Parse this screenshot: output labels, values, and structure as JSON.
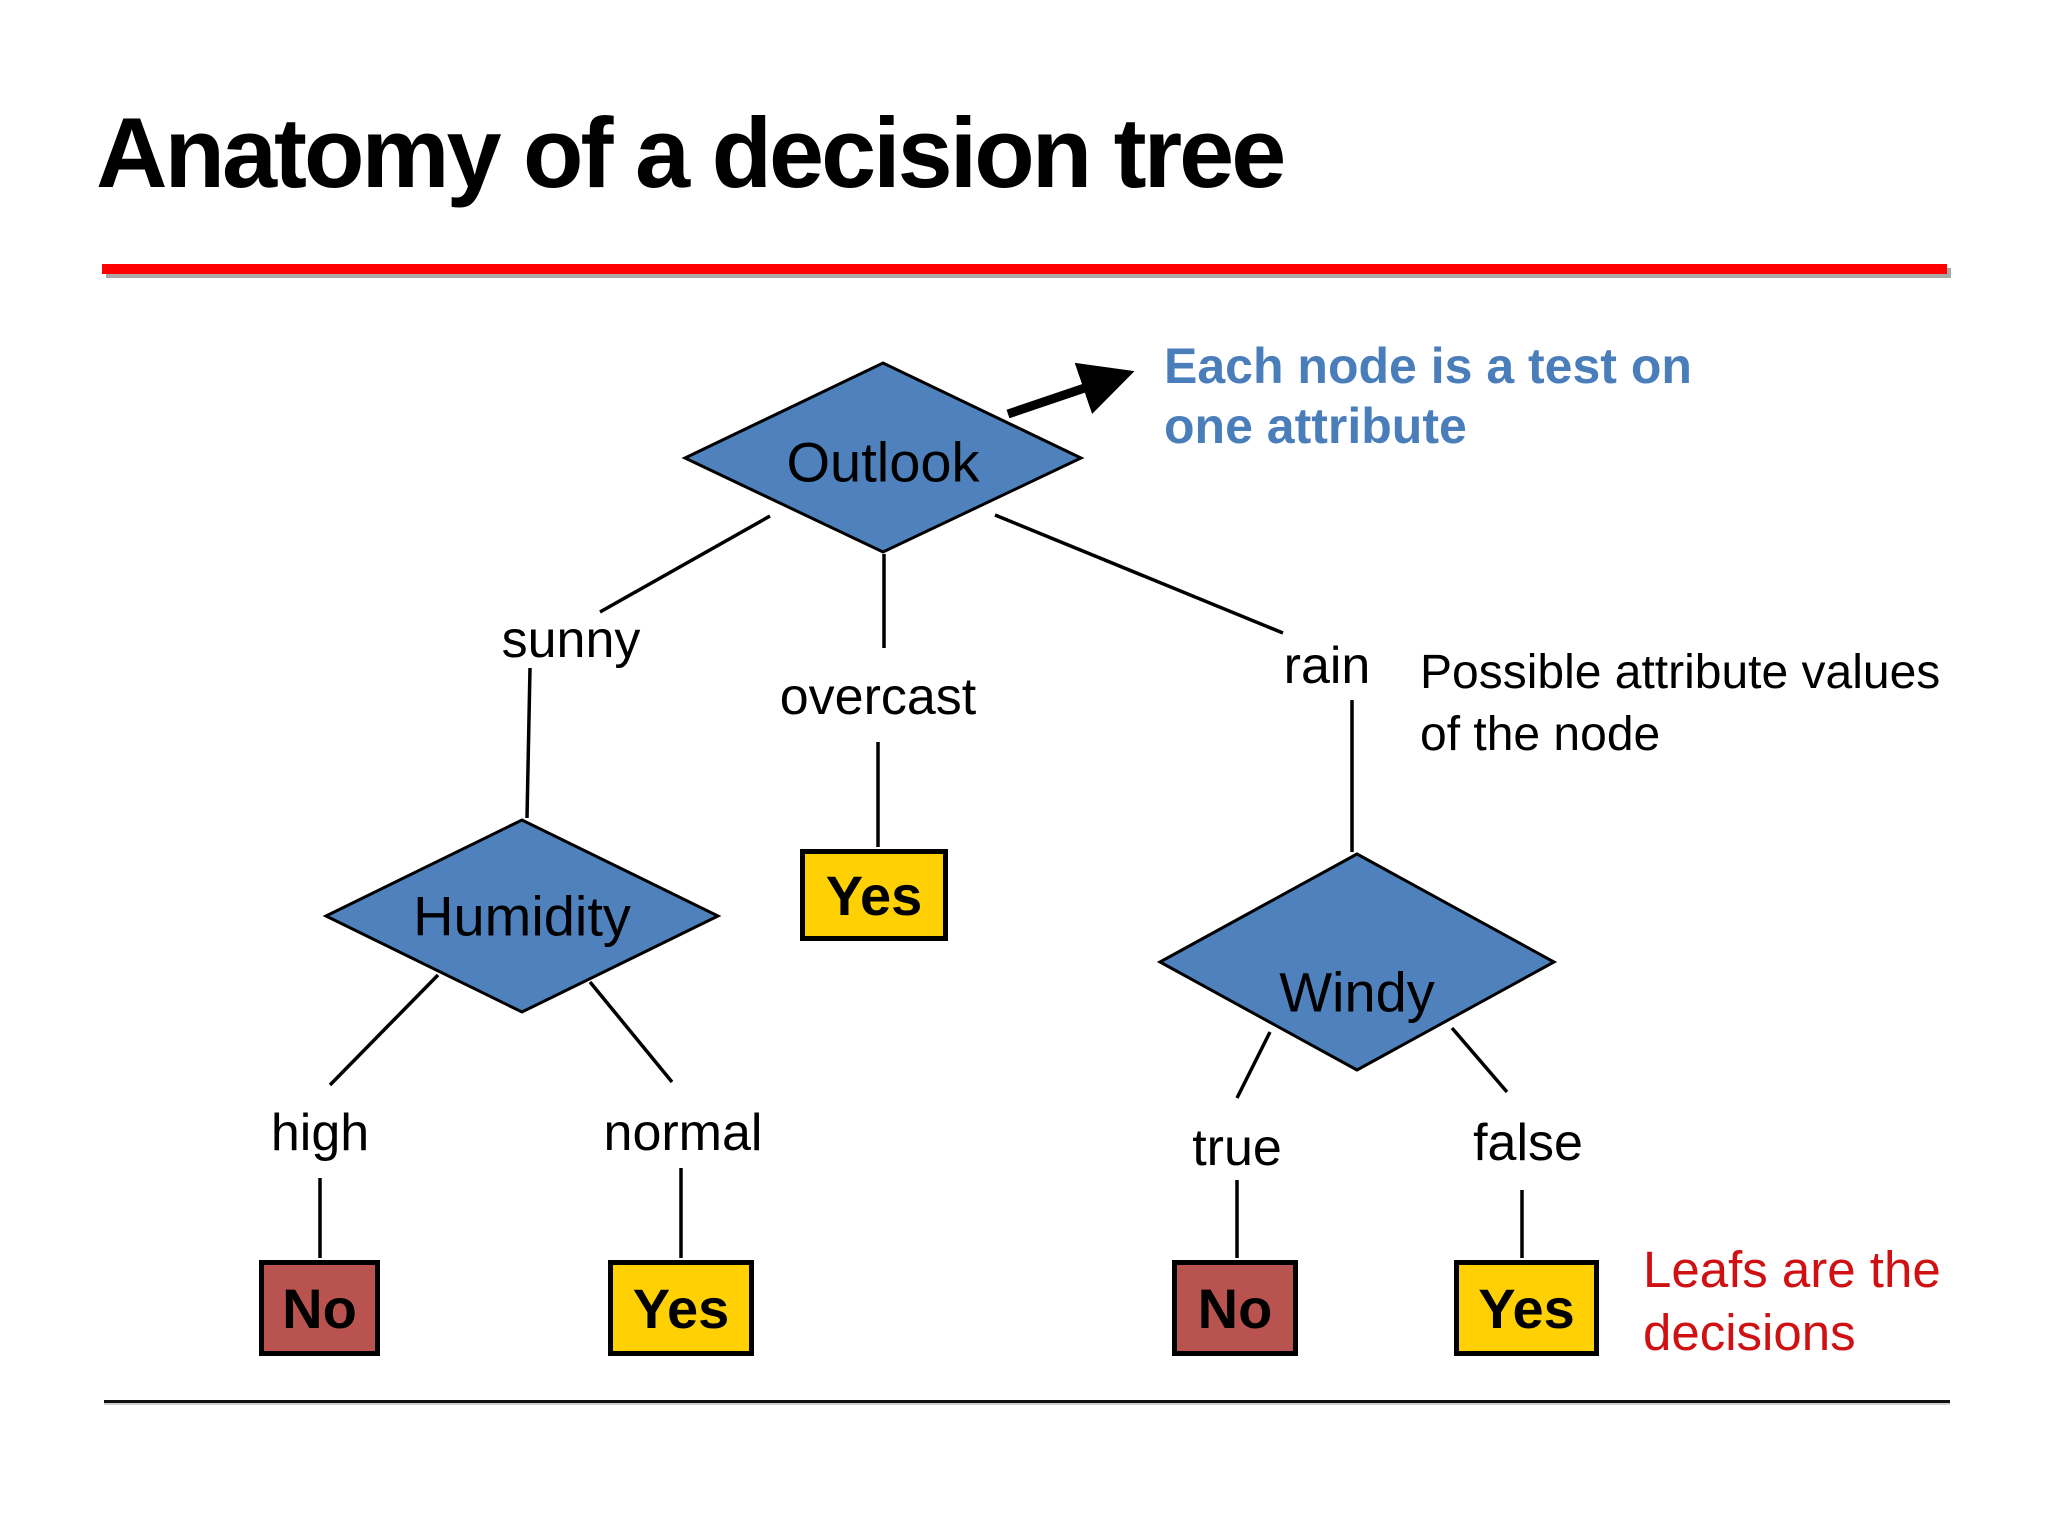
{
  "slide": {
    "title": "Anatomy of a decision tree"
  },
  "annotations": {
    "node_test": "Each node is a test on\none attribute",
    "attr_values": "Possible attribute values\nof the node",
    "leafs": "Leafs are the\ndecisions"
  },
  "tree": {
    "nodes": {
      "root": "Outlook",
      "left": "Humidity",
      "right": "Windy"
    },
    "branches": {
      "sunny": "sunny",
      "overcast": "overcast",
      "rain": "rain",
      "high": "high",
      "normal": "normal",
      "true": "true",
      "false": "false"
    },
    "leaves": {
      "overcast": "Yes",
      "high": "No",
      "normal": "Yes",
      "true": "No",
      "false": "Yes"
    }
  },
  "colors": {
    "node-fill": "#4F81BD",
    "node-border": "#000000",
    "leaf-yes": "#FFD105",
    "leaf-no": "#B9534F",
    "title-rule": "#FF0000",
    "annotation-blue": "#4A7EBB",
    "annotation-red": "#D01114"
  }
}
